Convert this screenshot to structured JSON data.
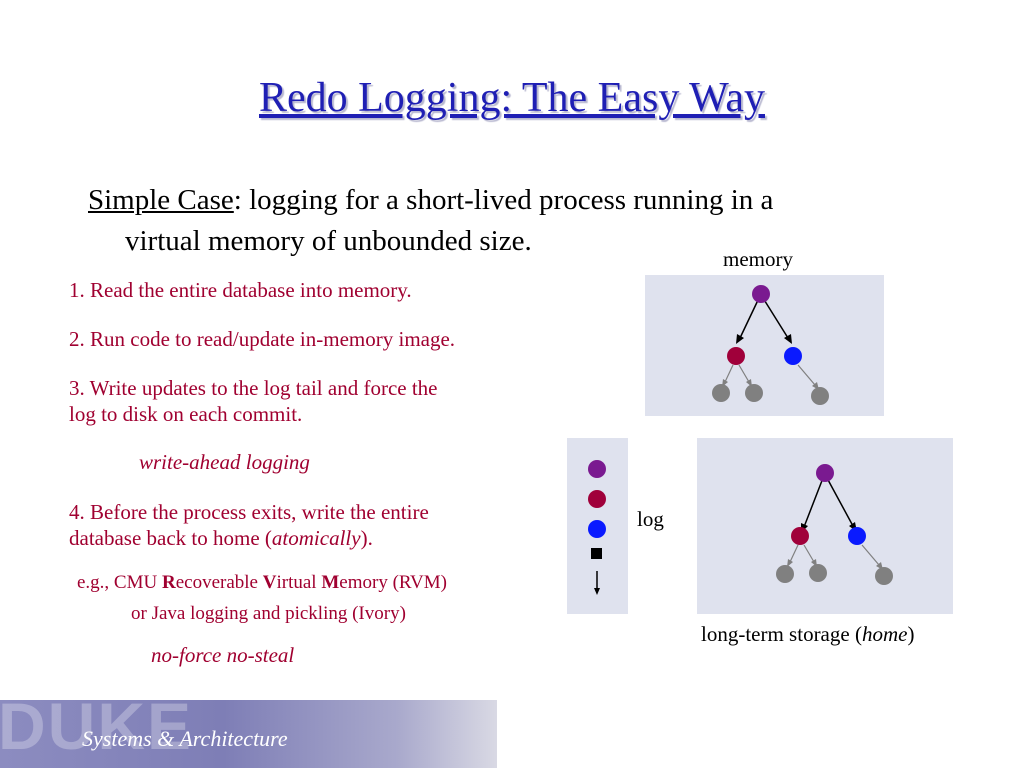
{
  "slide": {
    "title": "Redo Logging: The Easy Way",
    "intro": {
      "lead": "Simple Case",
      "rest1": ": logging for a short-lived process running in a",
      "rest2": "virtual memory of unbounded size."
    },
    "steps": [
      "1. Read the entire database into memory.",
      "2. Run code to read/update in-memory image.",
      "3. Write updates to the log tail and force the",
      "log to disk on each commit.",
      "4. Before the process exits, write the entire",
      "database back to home ("
    ],
    "step4_emph": "atomically",
    "step4_end": ").",
    "notes": {
      "wal": "write-ahead logging",
      "noforce": "no-force no-steal"
    },
    "example": {
      "prefix": "e.g., CMU ",
      "r": "R",
      "r_rest": "ecoverable ",
      "v": "V",
      "v_rest": "irtual ",
      "m": "M",
      "m_rest": "emory (RVM)",
      "line2": "or Java logging and pickling (Ivory)"
    },
    "labels": {
      "memory": "memory",
      "log": "log",
      "storage_prefix": "long-term storage (",
      "storage_emph": "home",
      "storage_suffix": ")"
    },
    "footer": {
      "logo": "DUKE",
      "text": "Systems & Architecture"
    }
  },
  "colors": {
    "title": "#1f1fb4",
    "accent": "#a00030",
    "node_root": "#7a1a90",
    "node_red": "#a0003a",
    "node_blue": "#0a1aff",
    "node_gray": "#808080",
    "panel": "#dfe2ee"
  }
}
